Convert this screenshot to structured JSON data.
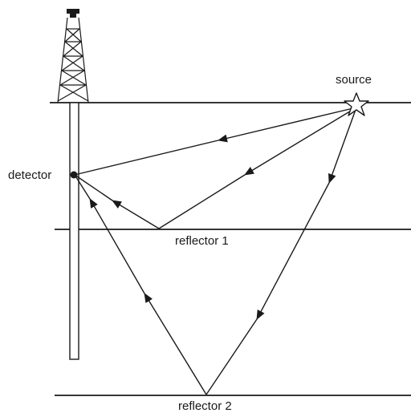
{
  "labels": {
    "source": "source",
    "detector": "detector",
    "reflector1": "reflector 1",
    "reflector2": "reflector 2"
  },
  "colors": {
    "ink": "#1a1a1a",
    "background": "#ffffff"
  },
  "icons": {
    "source": "star-icon",
    "rig": "drilling-derrick-icon",
    "detector": "filled-dot-icon"
  }
}
